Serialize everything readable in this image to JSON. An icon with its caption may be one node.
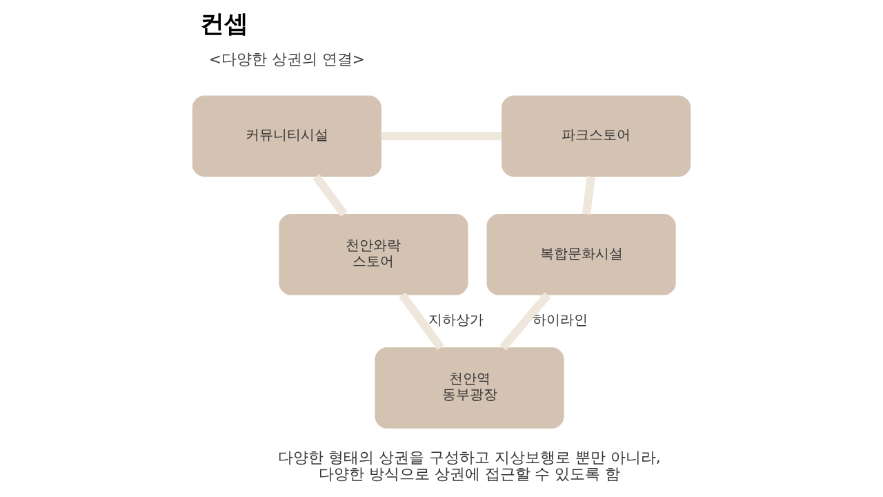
{
  "diagram": {
    "title": "컨셉",
    "caption": "다양한 형태의 상권을 구성하고 지상보행로 뿐만 아니라, 다양한 방식으로 상권에 접근할 수 있도록 함",
    "nodes": [
      {
        "text": [
          "커뮤니티시설"
        ]
      },
      {
        "text": [
          "파크스토어"
        ]
      },
      {
        "text": [
          "천안와락 스토어"
        ]
      },
      {
        "text": [
          "복합문화시설"
        ]
      },
      {
        "text": [
          "천안역 동부광장"
        ]
      }
    ],
    "edges": [
      {
        "from": 0,
        "to": 1,
        "arrow": "none"
      },
      {
        "from": 0,
        "to": 2,
        "arrow": "none"
      },
      {
        "from": 1,
        "to": 3,
        "arrow": "none"
      },
      {
        "from": 2,
        "to": 4,
        "arrow": "none",
        "label": "지하상가"
      },
      {
        "from": 3,
        "to": 4,
        "arrow": "none",
        "label": "하이라인"
      }
    ],
    "labels": [
      "<다양한 상권의 연결>"
    ]
  }
}
